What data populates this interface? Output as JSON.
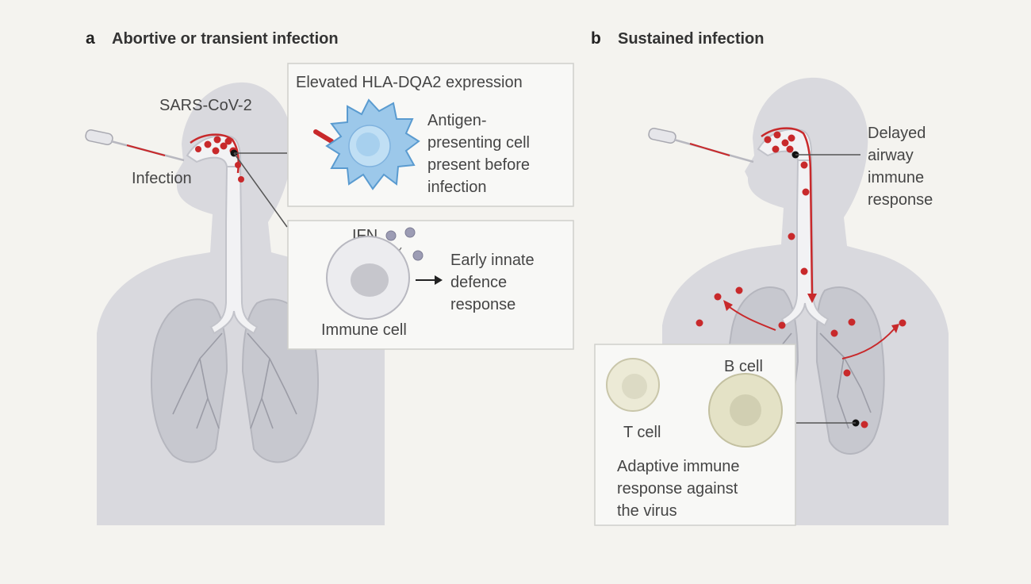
{
  "panel_a": {
    "letter": "a",
    "title": "Abortive or transient infection",
    "virus_label": "SARS-CoV-2",
    "infection_label": "Infection",
    "box_top": {
      "heading": "Elevated HLA-DQA2 expression",
      "caption_lines": [
        "Antigen-",
        "presenting cell",
        "present before",
        "infection"
      ]
    },
    "box_bottom": {
      "ifn_label": "IFN",
      "cell_label": "Immune cell",
      "response_lines": [
        "Early innate",
        "defence",
        "response"
      ]
    }
  },
  "panel_b": {
    "letter": "b",
    "title": "Sustained infection",
    "delayed_lines": [
      "Delayed",
      "airway",
      "immune",
      "response"
    ],
    "box": {
      "t_cell_label": "T cell",
      "b_cell_label": "B cell",
      "caption_lines": [
        "Adaptive immune",
        "response against",
        "the virus"
      ]
    }
  },
  "colors": {
    "background": "#f4f3ef",
    "body": "#d9d9de",
    "lung": "#c8c9d0",
    "virus_red": "#c8292b",
    "apc_blue": "#9cc8ea",
    "lymphocyte": "#e8e5cc"
  }
}
